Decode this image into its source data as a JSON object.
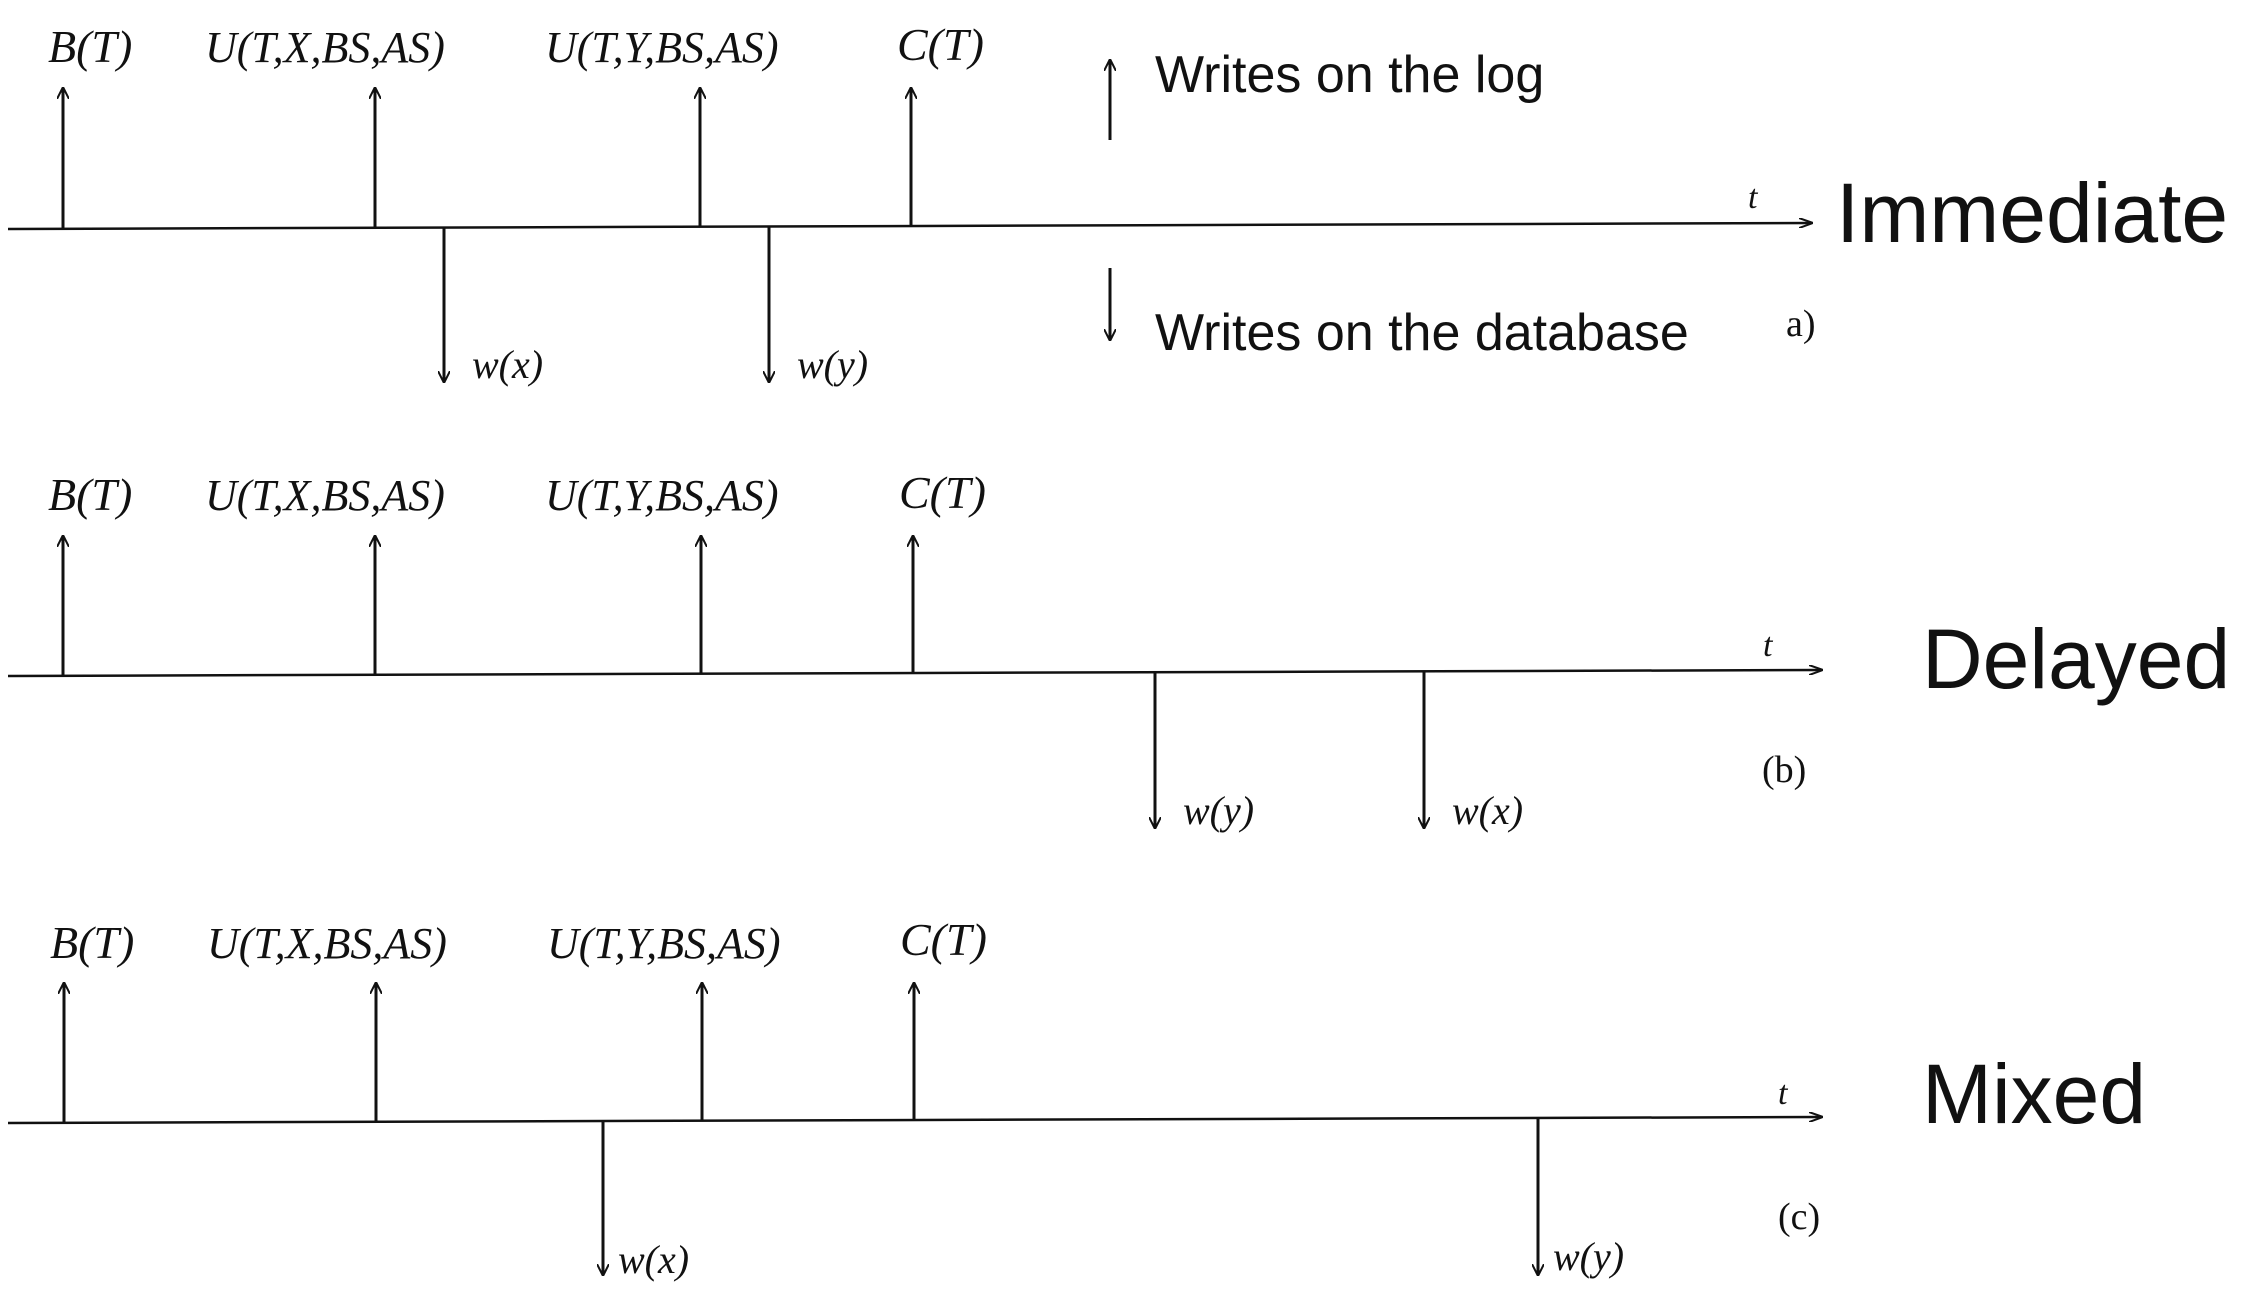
{
  "legend": {
    "log_label": "Writes on the log",
    "db_label": "Writes on the database"
  },
  "time_axis_label": "t",
  "panels": [
    {
      "name": "Immediate",
      "tag": "a)",
      "log_events": [
        "B(T)",
        "U(T,X,BS,AS)",
        "U(T,Y,BS,AS)",
        "C(T)"
      ],
      "db_writes": [
        "w(x)",
        "w(y)"
      ]
    },
    {
      "name": "Delayed",
      "tag": "(b)",
      "log_events": [
        "B(T)",
        "U(T,X,BS,AS)",
        "U(T,Y,BS,AS)",
        "C(T)"
      ],
      "db_writes": [
        "w(y)",
        "w(x)"
      ]
    },
    {
      "name": "Mixed",
      "tag": "(c)",
      "log_events": [
        "B(T)",
        "U(T,X,BS,AS)",
        "U(T,Y,BS,AS)",
        "C(T)"
      ],
      "db_writes": [
        "w(x)",
        "w(y)"
      ]
    }
  ],
  "colors": {
    "ink": "#111111",
    "background": "#ffffff"
  }
}
